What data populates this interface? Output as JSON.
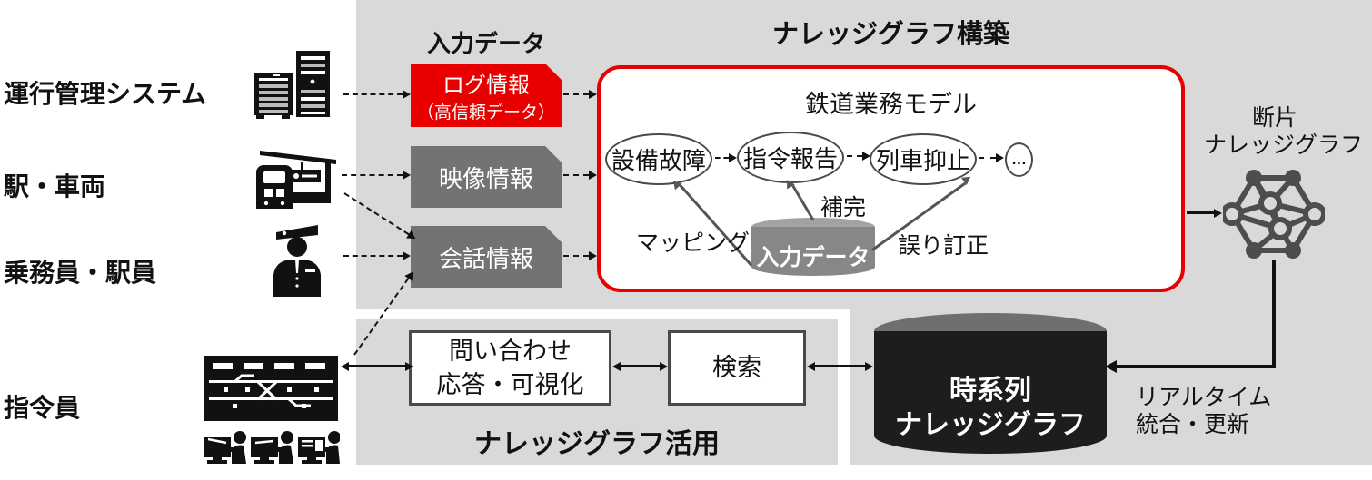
{
  "sources": {
    "s1": {
      "label": "運行管理システム"
    },
    "s2": {
      "label": "駅・車両"
    },
    "s3": {
      "label": "乗務員・駅員"
    },
    "s4": {
      "label": "指令員"
    }
  },
  "input": {
    "title": "入力データ",
    "log": {
      "line1": "ログ情報",
      "line2": "（高信頼データ）"
    },
    "video": "映像情報",
    "conversation": "会話情報"
  },
  "construction": {
    "title": "ナレッジグラフ構築",
    "model_title": "鉄道業務モデル",
    "node1": "設備故障",
    "node2": "指令報告",
    "node3": "列車抑止",
    "node_more": "…",
    "cylinder": "入力データ",
    "label_mapping": "マッピング",
    "label_completion": "補完",
    "label_correction": "誤り訂正"
  },
  "fragment": {
    "line1": "断片",
    "line2": "ナレッジグラフ"
  },
  "realtime": {
    "line1": "リアルタイム",
    "line2": "統合・更新"
  },
  "timeseries": {
    "line1": "時系列",
    "line2": "ナレッジグラフ"
  },
  "utilization": {
    "title": "ナレッジグラフ活用",
    "query": {
      "line1": "問い合わせ",
      "line2": "応答・可視化"
    },
    "search": "検索"
  },
  "colors": {
    "panel_bg": "#d9d9d9",
    "accent_red": "#e80000",
    "box_gray": "#737373",
    "input_cylinder_gray": "#878787",
    "timeseries_cylinder": "#1d1d1d",
    "line_black": "#111111",
    "inner_arrow_gray": "#555555",
    "graph_icon_gray": "#4d4d4d"
  }
}
